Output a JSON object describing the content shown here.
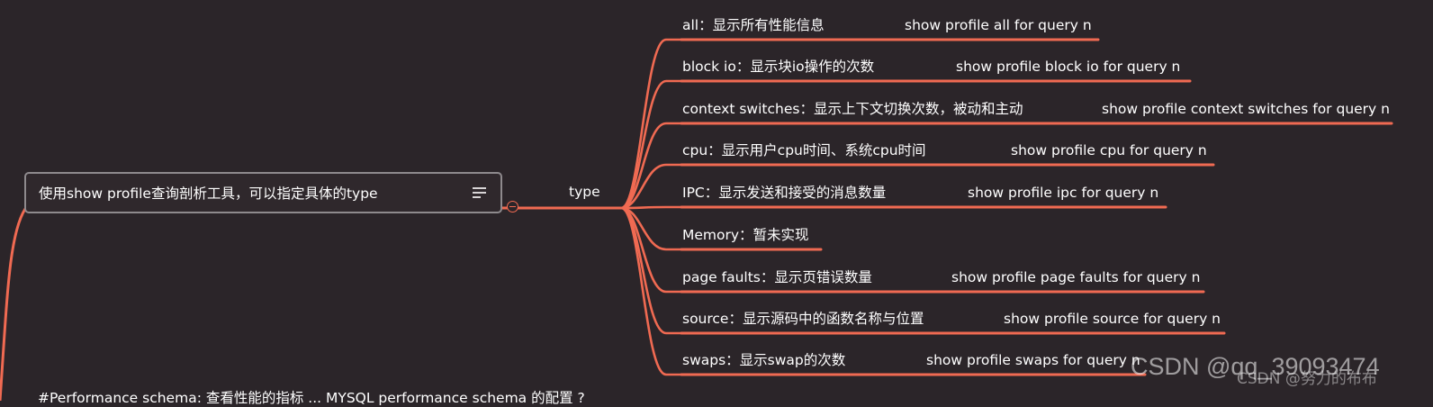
{
  "colors": {
    "background": "#2b2529",
    "branch": "#f06a52",
    "text": "#ffffff",
    "node_border": "#8e8a8d"
  },
  "root_node": {
    "label": "使用show profile查询剖析工具，可以指定具体的type",
    "icon": "menu-lines-icon"
  },
  "type_node": {
    "label": "type"
  },
  "leaves": [
    {
      "label": "all：显示所有性能信息",
      "command": "show profile all for query n"
    },
    {
      "label": "block io：显示块io操作的次数",
      "command": "show  profile block io for query n"
    },
    {
      "label": "context switches：显示上下文切换次数，被动和主动",
      "command": "show profile context switches for query n"
    },
    {
      "label": "cpu：显示用户cpu时间、系统cpu时间",
      "command": "show profile cpu for query n"
    },
    {
      "label": "IPC：显示发送和接受的消息数量",
      "command": "show profile ipc for query n"
    },
    {
      "label": "Memory：暂未实现",
      "command": ""
    },
    {
      "label": "page faults：显示页错误数量",
      "command": "show profile page faults for query n"
    },
    {
      "label": "source：显示源码中的函数名称与位置",
      "command": "show profile source for query n"
    },
    {
      "label": "swaps：显示swap的次数",
      "command": "show profile swaps for query n"
    }
  ],
  "bottom_text": "#Performance schema: 查看性能的指标 ... MYSQL performance schema 的配置 ?",
  "watermark": {
    "large": "CSDN @qq_39093474",
    "small": "CSDN @努力的布布"
  }
}
